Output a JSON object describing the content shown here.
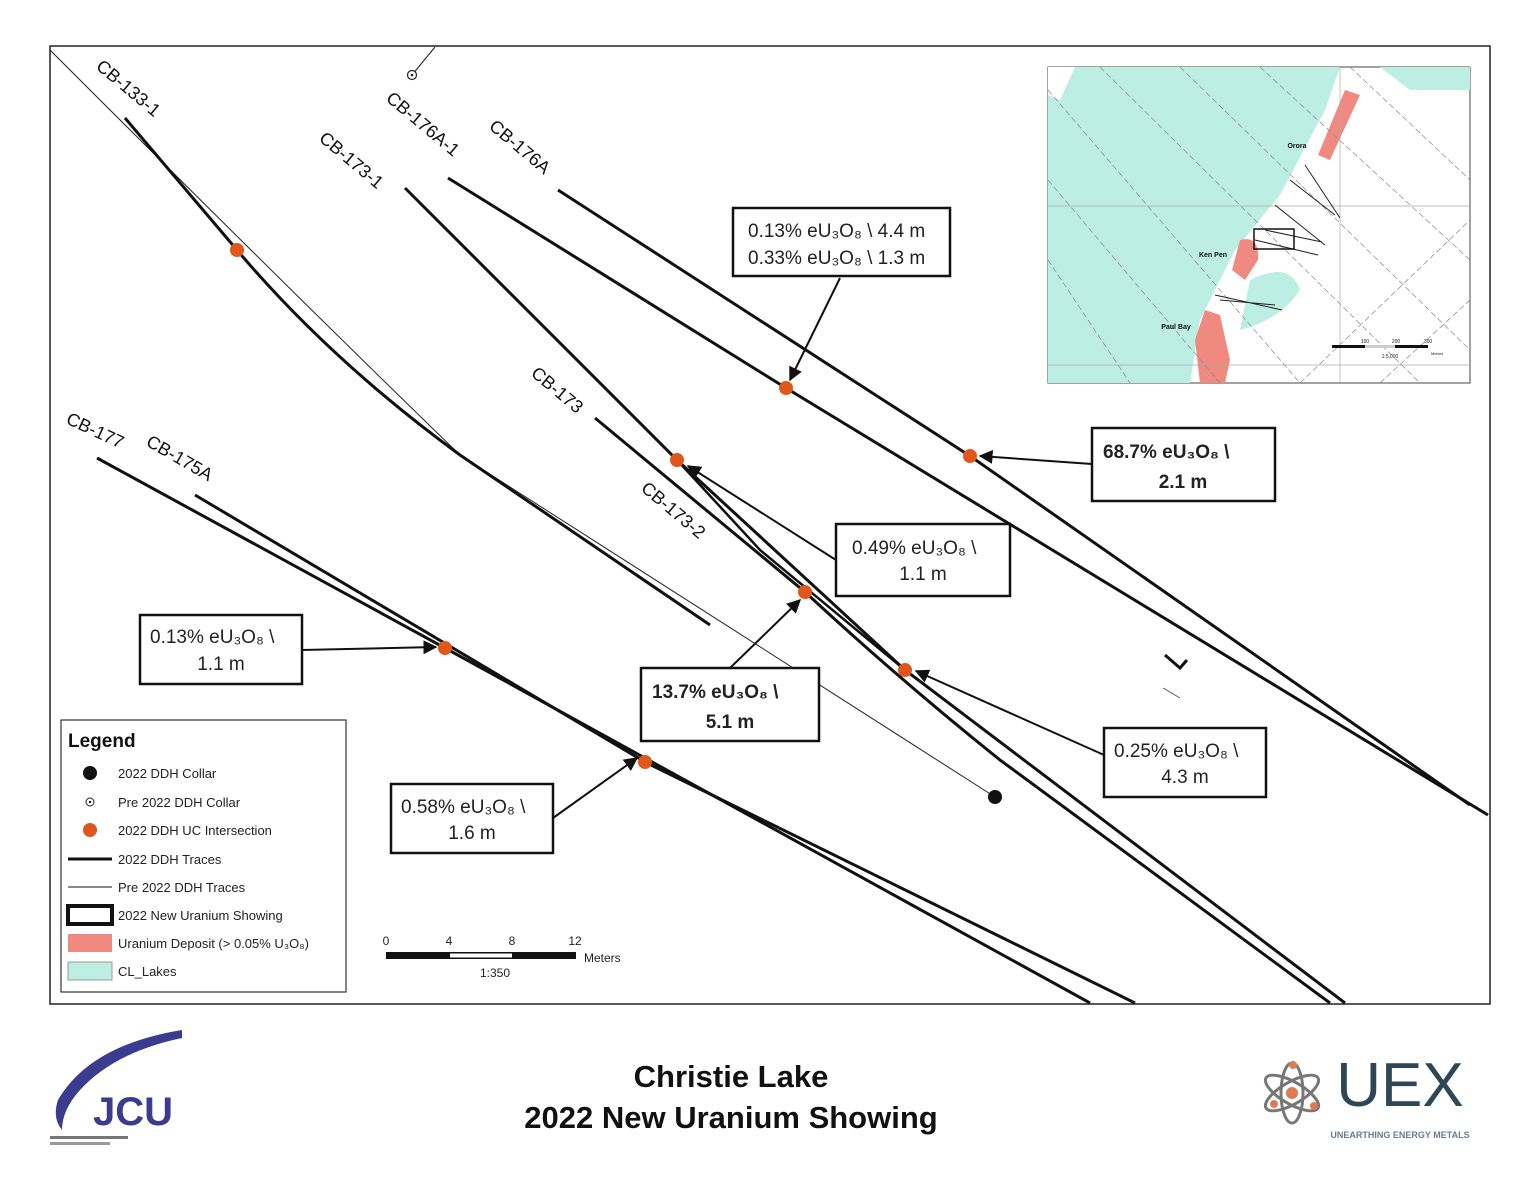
{
  "map": {
    "drill_holes": [
      {
        "id": "CB-133-1"
      },
      {
        "id": "CB-176A-1"
      },
      {
        "id": "CB-173-1"
      },
      {
        "id": "CB-176A"
      },
      {
        "id": "CB-173"
      },
      {
        "id": "CB-173-2"
      },
      {
        "id": "CB-177"
      },
      {
        "id": "CB-175A"
      }
    ],
    "callouts": [
      {
        "line1": "0.13% eU₃O₈ \\ 4.4 m",
        "line2": "0.33% eU₃O₈ \\ 1.3 m",
        "bold": false
      },
      {
        "line1": "68.7% eU₃O₈ \\",
        "line2": "2.1 m",
        "bold": true
      },
      {
        "line1": "0.49% eU₃O₈ \\",
        "line2": "1.1 m",
        "bold": false
      },
      {
        "line1": "0.13% eU₃O₈ \\",
        "line2": "1.1 m",
        "bold": false
      },
      {
        "line1": "13.7% eU₃O₈ \\",
        "line2": "5.1 m",
        "bold": true
      },
      {
        "line1": "0.25% eU₃O₈ \\",
        "line2": "4.3 m",
        "bold": false
      },
      {
        "line1": "0.58% eU₃O₈ \\",
        "line2": "1.6 m",
        "bold": false
      }
    ],
    "colors": {
      "intersection": "#e0561b",
      "lake": "#bdeee3",
      "deposit": "#f08a80"
    }
  },
  "legend": {
    "title": "Legend",
    "items": [
      "2022 DDH Collar",
      "Pre 2022 DDH Collar",
      "2022 DDH UC Intersection",
      "2022 DDH Traces",
      "Pre 2022 DDH Traces",
      "2022 New Uranium Showing",
      "Uranium Deposit (> 0.05% U₃O₈)",
      "CL_Lakes"
    ]
  },
  "scale_bar": {
    "ticks": [
      "0",
      "4",
      "8",
      "12"
    ],
    "unit": "Meters",
    "ratio": "1:350"
  },
  "inset": {
    "deposits": [
      "Orora",
      "Ken Pen",
      "Paul Bay"
    ],
    "scale_ticks": [
      "100",
      "200",
      "300"
    ],
    "scale_unit": "Metres",
    "ratio": "1:5,000"
  },
  "title": {
    "line1": "Christie Lake",
    "line2": "2022 New Uranium Showing"
  },
  "logos": {
    "left": "JCU",
    "right": "UEX",
    "right_tagline": "UNEARTHING ENERGY METALS"
  }
}
